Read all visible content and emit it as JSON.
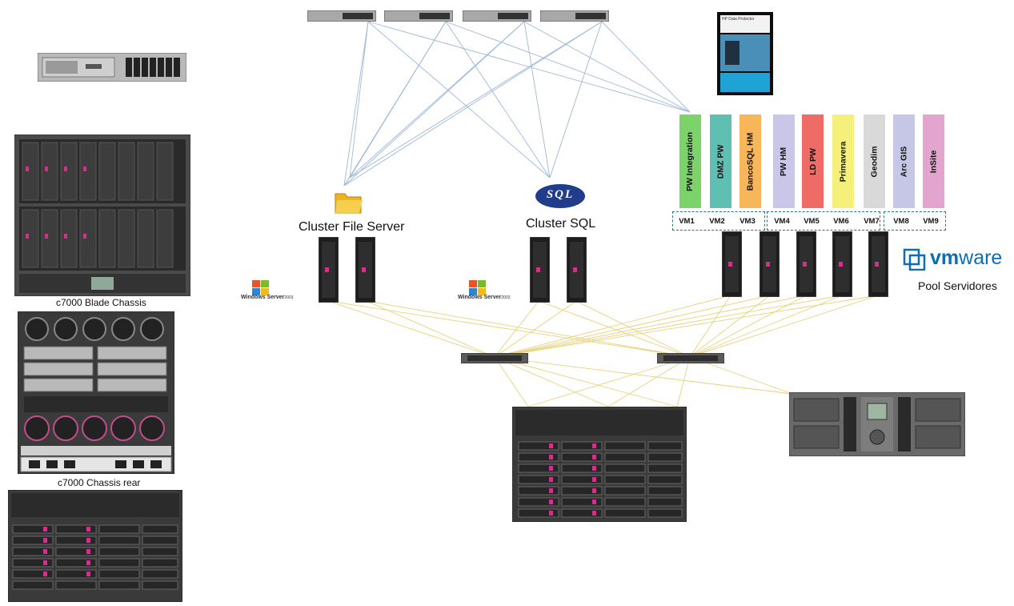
{
  "labels": {
    "blade_chassis": "c7000 Blade Chassis",
    "chassis_rear": "c7000 Chassis rear",
    "cluster_file_server": "Cluster File Server",
    "cluster_sql": "Cluster SQL",
    "pool_servidores": "Pool Servidores",
    "windows_brand": "Windows Server",
    "windows_version": "2003",
    "vmware_vm": "vm",
    "vmware_ware": "ware",
    "sql_logo": "SQL",
    "data_protector": "HP Data Protector"
  },
  "vms": [
    {
      "name": "PW Integration",
      "id": "VM1",
      "color": "#7cd36a"
    },
    {
      "name": "DMZ PW",
      "id": "VM2",
      "color": "#5fbfb3"
    },
    {
      "name": "BancoSQL HM",
      "id": "VM3",
      "color": "#f7b65a"
    },
    {
      "name": "PW HM",
      "id": "VM4",
      "color": "#c9c6ea"
    },
    {
      "name": "LD PW",
      "id": "VM5",
      "color": "#ef6b66"
    },
    {
      "name": "Primavera",
      "id": "VM6",
      "color": "#f4f07a"
    },
    {
      "name": "Geodim",
      "id": "VM7",
      "color": "#d9d9d9"
    },
    {
      "name": "Arc GIS",
      "id": "VM8",
      "color": "#c6c6e6"
    },
    {
      "name": "InSite",
      "id": "VM9",
      "color": "#e3a4cd"
    }
  ],
  "colors": {
    "lan_links": "#9fb8da",
    "san_links": "#e6d27a",
    "vm_border": "#2d6f86",
    "vmware_blue": "#0a6fb5",
    "sql_blue": "#1f3d8a"
  }
}
